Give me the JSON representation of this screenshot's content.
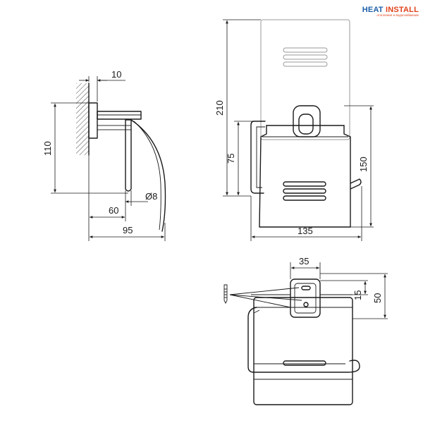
{
  "brand": {
    "name_part1": "HEAT ",
    "name_part2": "INSTALL",
    "tagline": "отопление и водоснабжение"
  },
  "side_view": {
    "dim_top": "10",
    "dim_height": "110",
    "dim_diameter": "Ø8",
    "dim_inner": "60",
    "dim_depth": "95"
  },
  "front_view": {
    "dim_total_height": "210",
    "dim_lower_height": "75",
    "dim_right_height": "150",
    "dim_width": "135"
  },
  "bottom_view": {
    "dim_mount_width": "35",
    "dim_mount_depth": "15",
    "dim_total_depth": "50"
  }
}
